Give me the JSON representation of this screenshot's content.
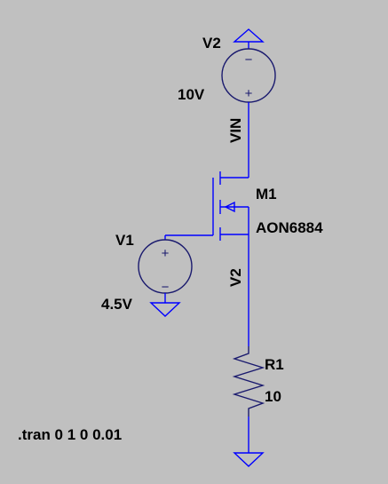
{
  "schematic": {
    "sources": {
      "v2": {
        "name": "V2",
        "value": "10V"
      },
      "v1": {
        "name": "V1",
        "value": "4.5V"
      }
    },
    "mosfet": {
      "name": "M1",
      "model": "AON6884"
    },
    "resistor": {
      "name": "R1",
      "value": "10"
    },
    "nets": {
      "vin": "VIN",
      "v2": "V2"
    },
    "directive": ".tran 0 1 0 0.01",
    "symbols": {
      "plus": "+",
      "minus": "−"
    }
  }
}
